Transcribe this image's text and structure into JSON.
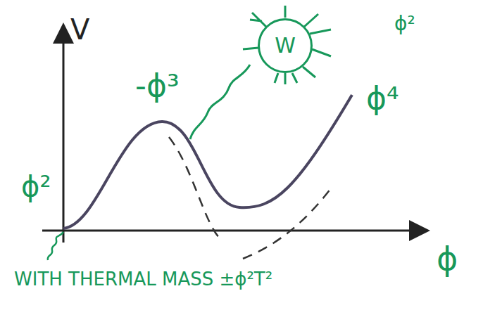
{
  "diagram": {
    "nodes": [
      {
        "text": [
          "W"
        ]
      }
    ],
    "labels": [
      "V",
      "-ϕ³",
      "ϕ²",
      "ϕ⁴",
      "ϕ²",
      "ϕ",
      "WITH THERMAL MASS ±ϕ²T²"
    ]
  }
}
